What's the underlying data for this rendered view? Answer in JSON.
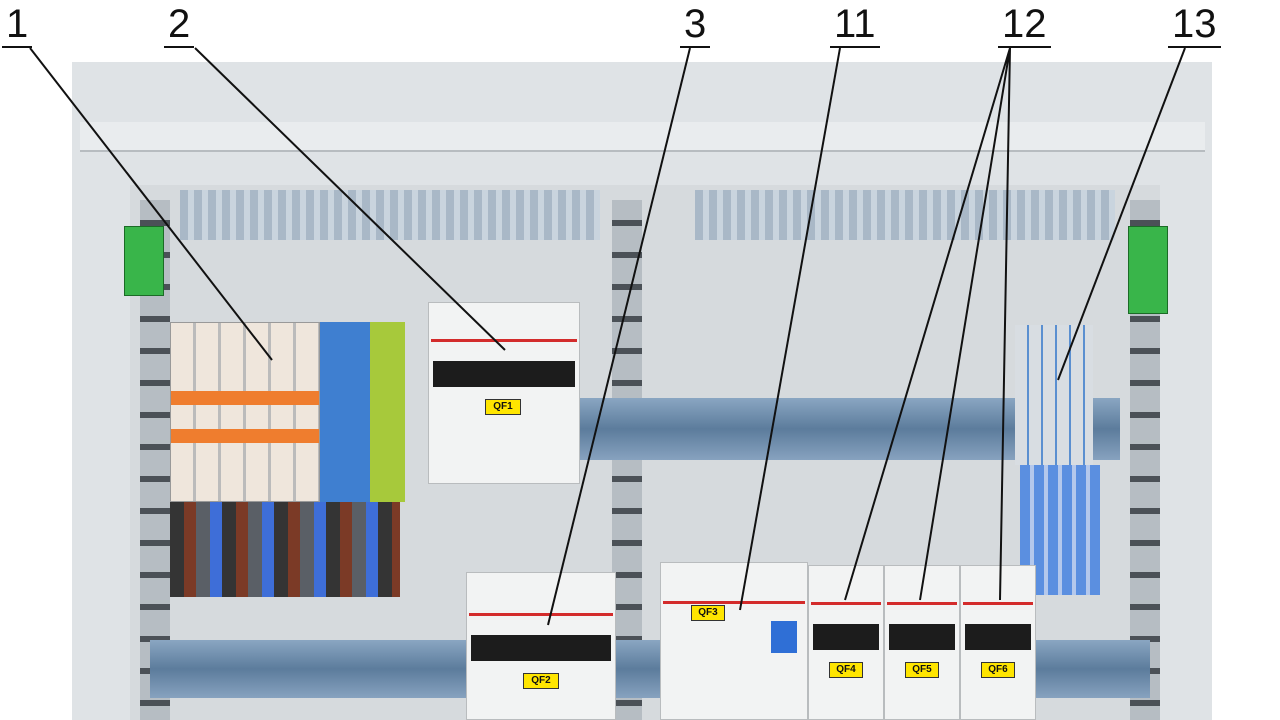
{
  "callouts": [
    "1",
    "2",
    "3",
    "11",
    "12",
    "13"
  ],
  "breakers": {
    "qf1": "QF1",
    "qf2": "QF2",
    "qf3": "QF3",
    "qf4": "QF4",
    "qf5": "QF5",
    "qf6": "QF6"
  },
  "colors": {
    "din_rail": "#6f8cab",
    "breaker_body": "#f2f3f3",
    "label_yellow": "#ffe500",
    "stripe_red": "#d32b2b",
    "ground_clamp": "#39b54a"
  }
}
